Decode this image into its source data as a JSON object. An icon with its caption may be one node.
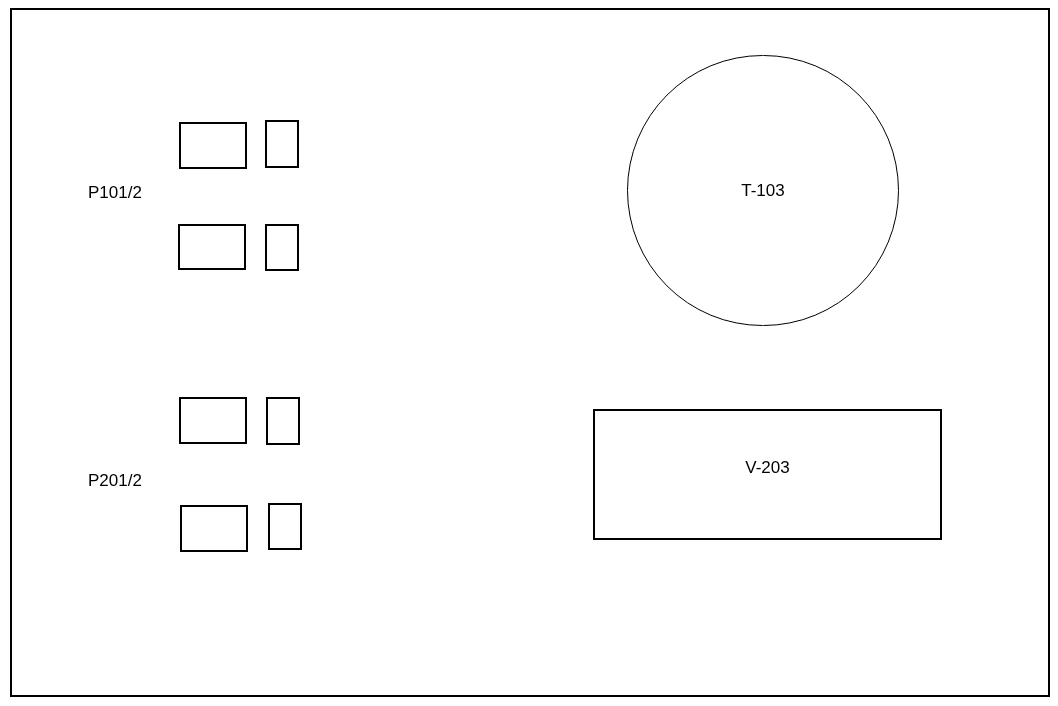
{
  "diagram": {
    "nodes": [
      {
        "text": [],
        "shape": "box"
      },
      {
        "text": [],
        "shape": "box"
      },
      {
        "text": [],
        "shape": "box"
      },
      {
        "text": [],
        "shape": "box"
      },
      {
        "text": [],
        "shape": "box"
      },
      {
        "text": [],
        "shape": "box"
      },
      {
        "text": [],
        "shape": "box"
      },
      {
        "text": [],
        "shape": "box"
      },
      {
        "text": [
          "T-103"
        ]
      },
      {
        "text": [
          "V-203"
        ]
      }
    ],
    "labels": [
      "P101/2",
      "P201/2"
    ]
  }
}
